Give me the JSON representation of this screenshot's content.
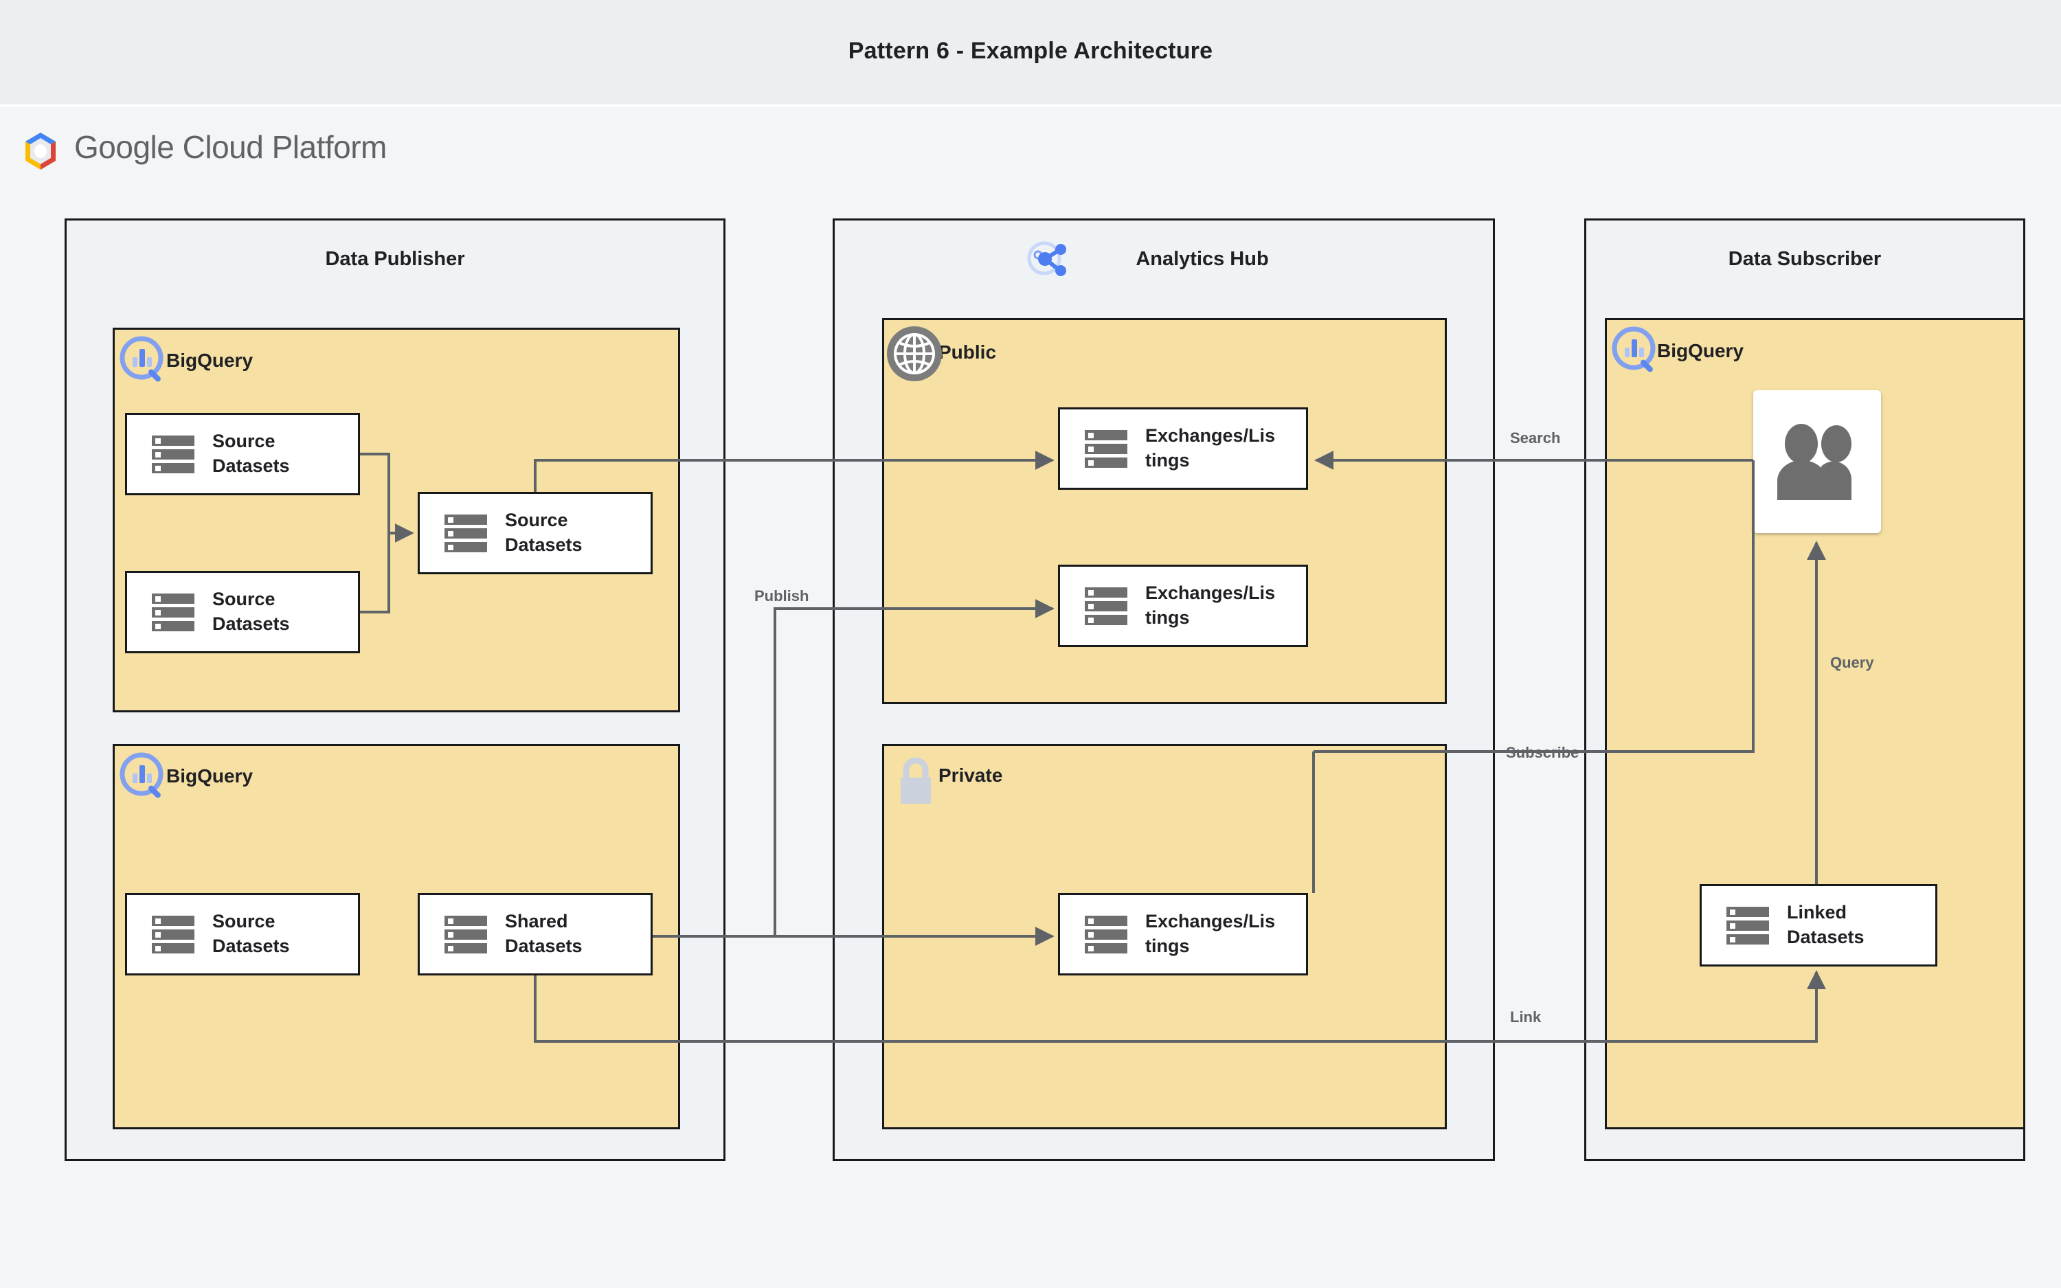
{
  "header": {
    "title": "Pattern 6 - Example Architecture"
  },
  "brand": {
    "logo_icon": "google-cloud-hexagon-icon",
    "name_part1": "Google",
    "name_part2": "Cloud Platform"
  },
  "zones": [
    {
      "id": "data-publisher",
      "title": "Data Publisher",
      "icon": null
    },
    {
      "id": "analytics-hub",
      "title": "Analytics Hub",
      "icon": "share-nodes-icon"
    },
    {
      "id": "data-subscriber",
      "title": "Data Subscriber",
      "icon": null
    }
  ],
  "groups": [
    {
      "id": "publisher-bigquery-top",
      "label": "BigQuery",
      "icon": "bigquery-magnifier-icon"
    },
    {
      "id": "publisher-bigquery-bottom",
      "label": "BigQuery",
      "icon": "bigquery-magnifier-icon"
    },
    {
      "id": "hub-public",
      "label": "Public",
      "icon": "globe-icon"
    },
    {
      "id": "hub-private",
      "label": "Private",
      "icon": "lock-icon"
    },
    {
      "id": "subscriber-bigquery",
      "label": "BigQuery",
      "icon": "bigquery-magnifier-icon"
    }
  ],
  "nodes": [
    {
      "id": "source-datasets-1",
      "line1": "Source",
      "line2": "Datasets",
      "icon": "dataset-icon"
    },
    {
      "id": "source-datasets-2",
      "line1": "Source",
      "line2": "Datasets",
      "icon": "dataset-icon"
    },
    {
      "id": "source-datasets-3",
      "line1": "Source",
      "line2": "Datasets",
      "icon": "dataset-icon"
    },
    {
      "id": "source-datasets-4",
      "line1": "Source",
      "line2": "Datasets",
      "icon": "dataset-icon"
    },
    {
      "id": "shared-datasets",
      "line1": "Shared",
      "line2": "Datasets",
      "icon": "dataset-icon"
    },
    {
      "id": "exchanges-public-1",
      "line1": "Exchanges/Lis",
      "line2": "tings",
      "icon": "dataset-icon"
    },
    {
      "id": "exchanges-public-2",
      "line1": "Exchanges/Lis",
      "line2": "tings",
      "icon": "dataset-icon"
    },
    {
      "id": "exchanges-private",
      "line1": "Exchanges/Lis",
      "line2": "tings",
      "icon": "dataset-icon"
    },
    {
      "id": "linked-datasets",
      "line1": "Linked",
      "line2": "Datasets",
      "icon": "dataset-icon"
    }
  ],
  "users_card": {
    "id": "subscriber-users",
    "icon": "people-icon"
  },
  "edge_labels": [
    {
      "id": "search",
      "text": "Search"
    },
    {
      "id": "publish",
      "text": "Publish"
    },
    {
      "id": "subscribe",
      "text": "Subscribe"
    },
    {
      "id": "query",
      "text": "Query"
    },
    {
      "id": "link",
      "text": "Link"
    }
  ],
  "colors": {
    "titlebar_bg": "#eceff1",
    "canvas_bg": "#f4f5f6",
    "zone_bg": "#f0f3f6",
    "group_yellow": "#f6e0a4",
    "node_bg": "#ffffff",
    "border": "#18191a",
    "edge": "#5f6368",
    "bigquery_blue": "#82a0f0",
    "analytics_hub_blue": "#4d7df0",
    "icon_gray": "#6e6e6e",
    "lock_gray": "#ccd2dd"
  }
}
